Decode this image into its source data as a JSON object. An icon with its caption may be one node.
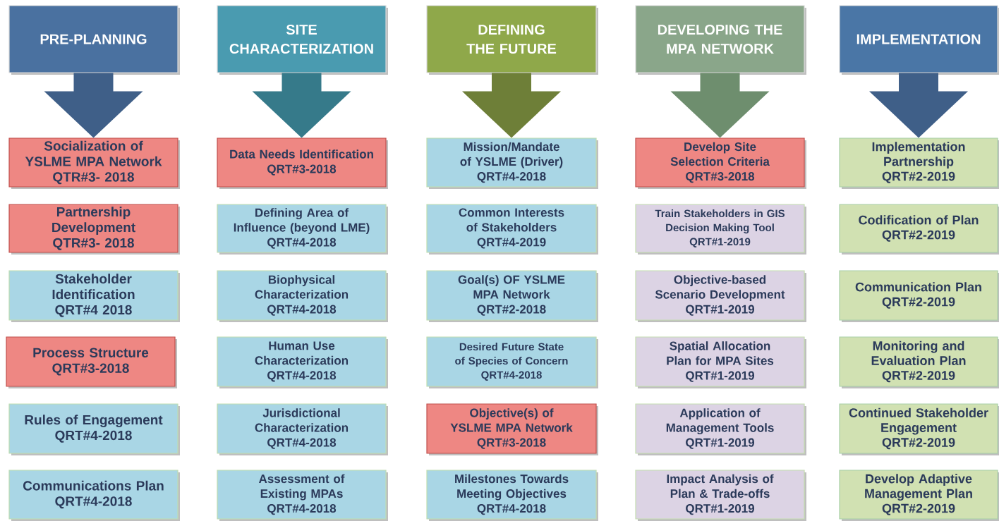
{
  "diagram": {
    "nodes": [
      {
        "text": [
          "PRE-PLANNING"
        ]
      },
      {
        "text": [
          "SITE CHARACTERIZATION"
        ]
      },
      {
        "text": [
          "DEFINING THE FUTURE"
        ]
      },
      {
        "text": [
          "DEVELOPING THE MPA NETWORK"
        ]
      },
      {
        "text": [
          "IMPLEMENTATION"
        ]
      },
      {
        "text": [
          "Socialization of YSLME MPA Network",
          "QTR#3- 2018"
        ]
      },
      {
        "text": [
          "Data Needs Identification",
          "QRT#3-2018"
        ]
      },
      {
        "text": [
          "Mission/Mandate of YSLME (Driver)",
          "QRT#4-2018"
        ]
      },
      {
        "text": [
          "Develop Site Selection Criteria",
          "QRT#3-2018"
        ]
      },
      {
        "text": [
          "Implementation Partnership",
          "QRT#2-2019"
        ]
      },
      {
        "text": [
          "Partnership Development",
          "QTR#3- 2018"
        ]
      },
      {
        "text": [
          "Defining Area of Influence (beyond LME)",
          "QRT#4-2018"
        ]
      },
      {
        "text": [
          "Common Interests of Stakeholders",
          "QRT#4-2019"
        ]
      },
      {
        "text": [
          "Train Stakeholders in GIS Decision Making Tool",
          "QRT#1-2019"
        ]
      },
      {
        "text": [
          "Codification of Plan",
          "QRT#2-2019"
        ]
      },
      {
        "text": [
          "Stakeholder Identification",
          "QRT#4 2018"
        ]
      },
      {
        "text": [
          "Biophysical Characterization",
          "QRT#4-2018"
        ]
      },
      {
        "text": [
          "Goal(s) OF YSLME MPA Network",
          "QRT#2-2018"
        ]
      },
      {
        "text": [
          "Objective-based Scenario Development",
          "QRT#1-2019"
        ]
      },
      {
        "text": [
          "Communication Plan",
          "QRT#2-2019"
        ]
      },
      {
        "text": [
          "Process Structure",
          "QRT#3-2018"
        ]
      },
      {
        "text": [
          "Human Use Characterization",
          "QRT#4-2018"
        ]
      },
      {
        "text": [
          "Desired Future State of Species of Concern",
          "QRT#4-2018"
        ]
      },
      {
        "text": [
          "Spatial Allocation Plan for MPA Sites",
          "QRT#1-2019"
        ]
      },
      {
        "text": [
          "Monitoring and Evaluation Plan",
          "QRT#2-2019"
        ]
      },
      {
        "text": [
          "Rules of Engagement",
          "QRT#4-2018"
        ]
      },
      {
        "text": [
          "Jurisdictional Characterization",
          "QRT#4-2018"
        ]
      },
      {
        "text": [
          "Objective(s) of YSLME MPA Network",
          "QRT#3-2018"
        ]
      },
      {
        "text": [
          "Application of Management Tools",
          "QRT#1-2019"
        ]
      },
      {
        "text": [
          "Continued Stakeholder Engagement",
          "QRT#2-2019"
        ]
      },
      {
        "text": [
          "Communications Plan",
          "QRT#4-2018"
        ]
      },
      {
        "text": [
          "Assessment of Existing MPAs",
          "QRT#4-2018"
        ]
      },
      {
        "text": [
          "Milestones Towards Meeting Objectives",
          "QRT#4-2018"
        ]
      },
      {
        "text": [
          "Impact Analysis of Plan & Trade-offs",
          "QRT#1-2019"
        ]
      },
      {
        "text": [
          "Develop Adaptive Management Plan",
          "QRT#2-2019"
        ]
      }
    ],
    "edges": [
      {
        "from": 0,
        "to": 5,
        "arrow": "to"
      },
      {
        "from": 1,
        "to": 6,
        "arrow": "to"
      },
      {
        "from": 2,
        "to": 7,
        "arrow": "to"
      },
      {
        "from": 3,
        "to": 8,
        "arrow": "to"
      },
      {
        "from": 4,
        "to": 9,
        "arrow": "to"
      }
    ]
  }
}
